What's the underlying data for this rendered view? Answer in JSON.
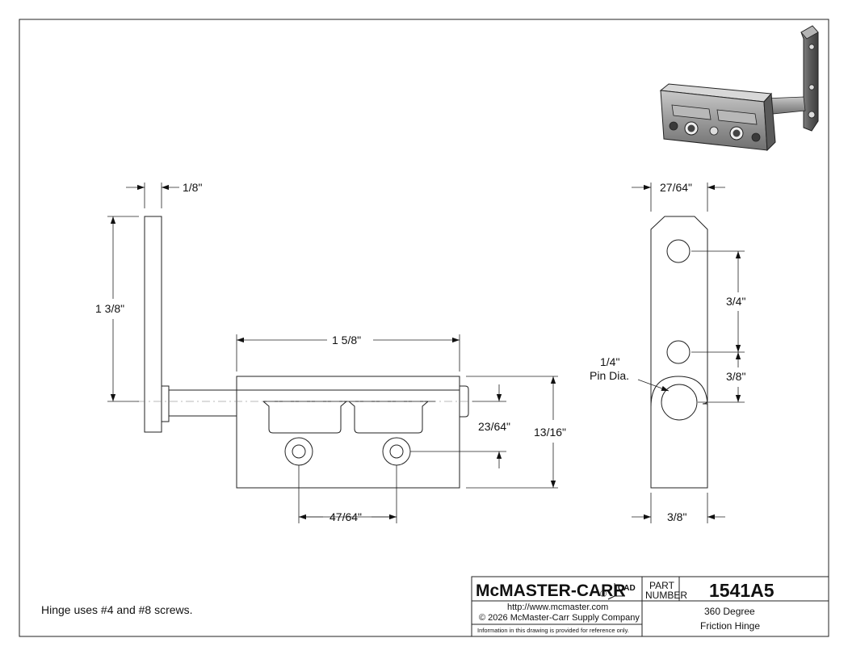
{
  "dimensions": {
    "top_thickness": "1/8\"",
    "leaf_height": "1 3/8\"",
    "body_length": "1 5/8\"",
    "hole_spacing": "47/64\"",
    "hole_height": "23/64\"",
    "body_height": "13/16\"",
    "side_width": "27/64\"",
    "side_hole_spacing": "3/4\"",
    "side_pin_offset": "3/8\"",
    "side_knuckle_width": "3/8\"",
    "pin_dia_line1": "1/4\"",
    "pin_dia_line2": "Pin Dia."
  },
  "note": "Hinge uses #4 and #8 screws.",
  "title_block": {
    "logo": "McMASTER-CARR",
    "logo_mark": "®",
    "cad_mark": "CAD",
    "part_label_1": "PART",
    "part_label_2": "NUMBER",
    "part_number": "1541A5",
    "url": "http://www.mcmaster.com",
    "copyright": "© 2026 McMaster-Carr Supply Company",
    "disclaimer": "Information in this drawing is provided for reference only.",
    "description_1": "360 Degree",
    "description_2": "Friction Hinge"
  }
}
